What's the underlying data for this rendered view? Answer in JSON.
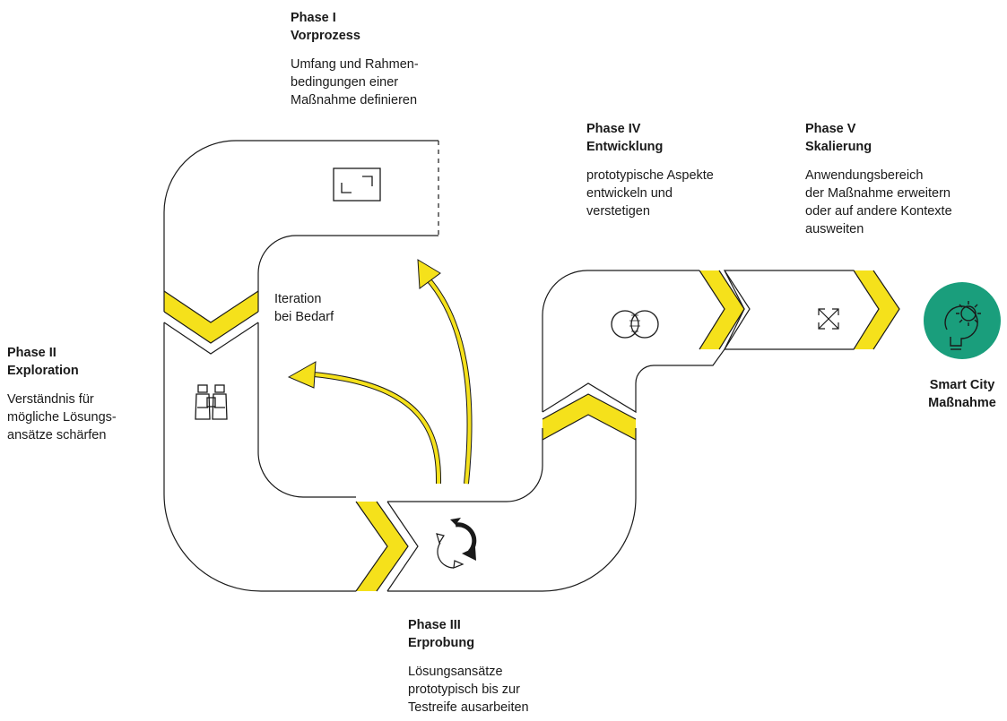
{
  "phases": [
    {
      "title": "Phase I",
      "name": "Vorprozess",
      "description": "Umfang und Rahmen-\nbedingungen einer\nMaßnahme definieren",
      "icon": "expand-frame-icon"
    },
    {
      "title": "Phase II",
      "name": "Exploration",
      "description": "Verständnis für\nmögliche Lösungs-\nansätze schärfen",
      "icon": "binoculars-icon"
    },
    {
      "title": "Phase III",
      "name": "Erprobung",
      "description": "Lösungsansätze\nprototypisch bis zur\nTestreife ausarbeiten",
      "icon": "refresh-cycle-icon"
    },
    {
      "title": "Phase IV",
      "name": "Entwicklung",
      "description": "prototypische Aspekte\nentwickeln und\nverstetigen",
      "icon": "venn-circles-icon"
    },
    {
      "title": "Phase V",
      "name": "Skalierung",
      "description": "Anwendungsbereich\nder Maßnahme erweitern\noder auf andere Kontexte\nausweiten",
      "icon": "scale-arrows-icon"
    }
  ],
  "iteration_label": "Iteration\nbei Bedarf",
  "goal": {
    "label": "Smart City\nMaßnahme",
    "icon": "lightbulb-gear-icon"
  },
  "colors": {
    "accent": "#f5e11b",
    "goal_circle": "#1a9e7c",
    "line": "#1a1a1a"
  }
}
